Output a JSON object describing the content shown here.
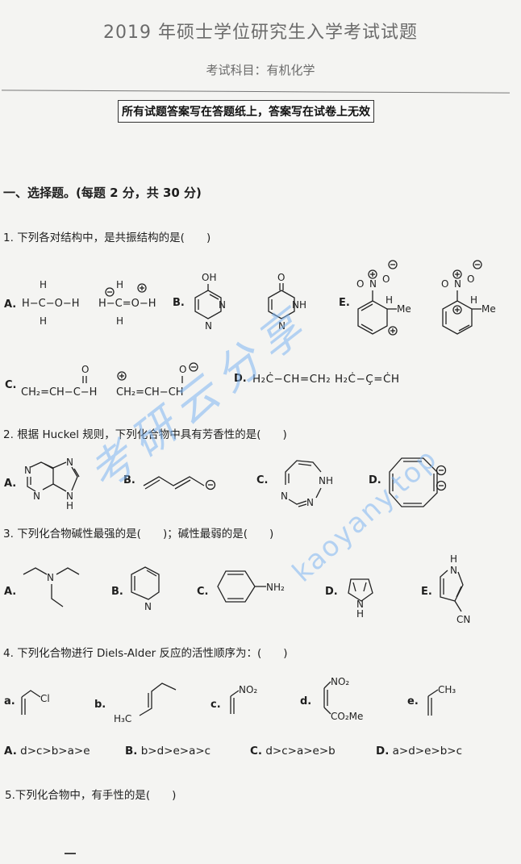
{
  "header": {
    "title": "2019 年硕士学位研究生入学考试试题",
    "subject": "考试科目：有机化学",
    "notice": "所有试题答案写在答题纸上，答案写在试卷上无效"
  },
  "section1": {
    "heading": "一、选择题。(每题 2 分，共 30 分)"
  },
  "questions": [
    {
      "number": "1.",
      "text": "下列各对结构中，是共振结构的是(　　)",
      "options": [
        {
          "label": "A.",
          "structures": [
            "H-C-O-H (methanol)",
            "H-C(-)=O(+)-H"
          ]
        },
        {
          "label": "B.",
          "structures": [
            "4-hydroxypyrimidine",
            "pyrimidin-4(3H)-one"
          ]
        },
        {
          "label": "C.",
          "structures": [
            "CH2=CH-C(=O)-H",
            "(+)CH2=CH-CH-O(-)"
          ]
        },
        {
          "label": "D.",
          "structures": [
            "H2Ċ-CH=CH2",
            "H2Ċ-C=ĊH"
          ]
        },
        {
          "label": "E.",
          "structures": [
            "nitro-methyl cyclohexadienyl cation (a)",
            "nitro-methyl cyclohexadienyl cation (b)"
          ]
        }
      ]
    },
    {
      "number": "2.",
      "text": "根据 Huckel 规则，下列化合物中具有芳香性的是(　　)",
      "options": [
        {
          "label": "A.",
          "structures": [
            "purine"
          ]
        },
        {
          "label": "B.",
          "structures": [
            "pentadienyl anion"
          ]
        },
        {
          "label": "C.",
          "structures": [
            "1H-1,2,4-triazepine"
          ]
        },
        {
          "label": "D.",
          "structures": [
            "cyclooctatetraene dianion"
          ]
        }
      ]
    },
    {
      "number": "3.",
      "text": "下列化合物碱性最强的是(　　)；碱性最弱的是(　　)",
      "options": [
        {
          "label": "A.",
          "structures": [
            "triethylamine"
          ]
        },
        {
          "label": "B.",
          "structures": [
            "pyridine"
          ]
        },
        {
          "label": "C.",
          "structures": [
            "aniline"
          ]
        },
        {
          "label": "D.",
          "structures": [
            "pyrrole"
          ]
        },
        {
          "label": "E.",
          "structures": [
            "3-cyanopyrrole"
          ]
        }
      ]
    },
    {
      "number": "4.",
      "text": "下列化合物进行 Diels-Alder 反应的活性顺序为：(　　)",
      "compounds": [
        {
          "label": "a.",
          "substituent": "Cl"
        },
        {
          "label": "b.",
          "substituent": "H3C"
        },
        {
          "label": "c.",
          "substituent": "NO2"
        },
        {
          "label": "d.",
          "substituent": "NO2 / CO2Me"
        },
        {
          "label": "e.",
          "substituent": "CH3"
        }
      ],
      "answers": [
        {
          "label": "A.",
          "text": "d>c>b>a>e"
        },
        {
          "label": "B.",
          "text": "b>d>e>a>c"
        },
        {
          "label": "C.",
          "text": "d>c>a>e>b"
        },
        {
          "label": "D.",
          "text": "a>d>e>b>c"
        }
      ]
    },
    {
      "number": "5.",
      "text": "下列化合物中，有手性的是(　　)"
    }
  ],
  "chem_text": {
    "H": "H",
    "C": "C",
    "O": "O",
    "N": "N",
    "OH": "OH",
    "NH": "NH",
    "Me": "Me",
    "NH2": "NH₂",
    "Cl": "Cl",
    "NO2": "NO₂",
    "CH3": "CH₃",
    "H3C": "H₃C",
    "CO2Me": "CO₂Me",
    "CN": "CN",
    "plus": "+",
    "minus": "−",
    "q1A1": "H−C−O−H",
    "q1A2": "H−C=O−H",
    "q1C1": "CH₂=CH−C−H",
    "q1C2": "CH₂=CH−CH",
    "q1D": "H₂Ċ−CH=CH₂  H₂Ċ−Ç=ĊH"
  },
  "watermark": {
    "cn": "考研云分享",
    "en": "kaoyany.top"
  }
}
